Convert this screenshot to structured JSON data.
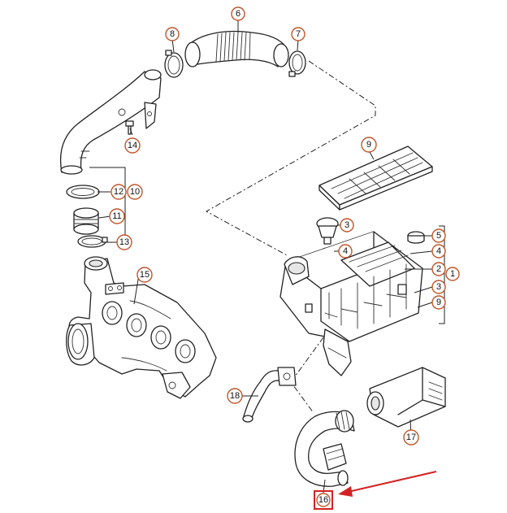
{
  "callouts": [
    {
      "id": "c6",
      "label": "6"
    },
    {
      "id": "c8",
      "label": "8"
    },
    {
      "id": "c7",
      "label": "7"
    },
    {
      "id": "c14",
      "label": "14"
    },
    {
      "id": "c12",
      "label": "12"
    },
    {
      "id": "c10",
      "label": "10"
    },
    {
      "id": "c11",
      "label": "11"
    },
    {
      "id": "c13",
      "label": "13"
    },
    {
      "id": "c15",
      "label": "15"
    },
    {
      "id": "c9a",
      "label": "9"
    },
    {
      "id": "c3a",
      "label": "3"
    },
    {
      "id": "c4a",
      "label": "4"
    },
    {
      "id": "c5",
      "label": "5"
    },
    {
      "id": "c4b",
      "label": "4"
    },
    {
      "id": "c2",
      "label": "2"
    },
    {
      "id": "c1",
      "label": "1"
    },
    {
      "id": "c3b",
      "label": "3"
    },
    {
      "id": "c9b",
      "label": "9"
    },
    {
      "id": "c18",
      "label": "18"
    },
    {
      "id": "c17",
      "label": "17"
    },
    {
      "id": "c16",
      "label": "16"
    }
  ],
  "colors": {
    "line": "#222222",
    "callout_ring": "#c0562b",
    "highlight": "#d42222"
  },
  "highlighted_part": "16"
}
